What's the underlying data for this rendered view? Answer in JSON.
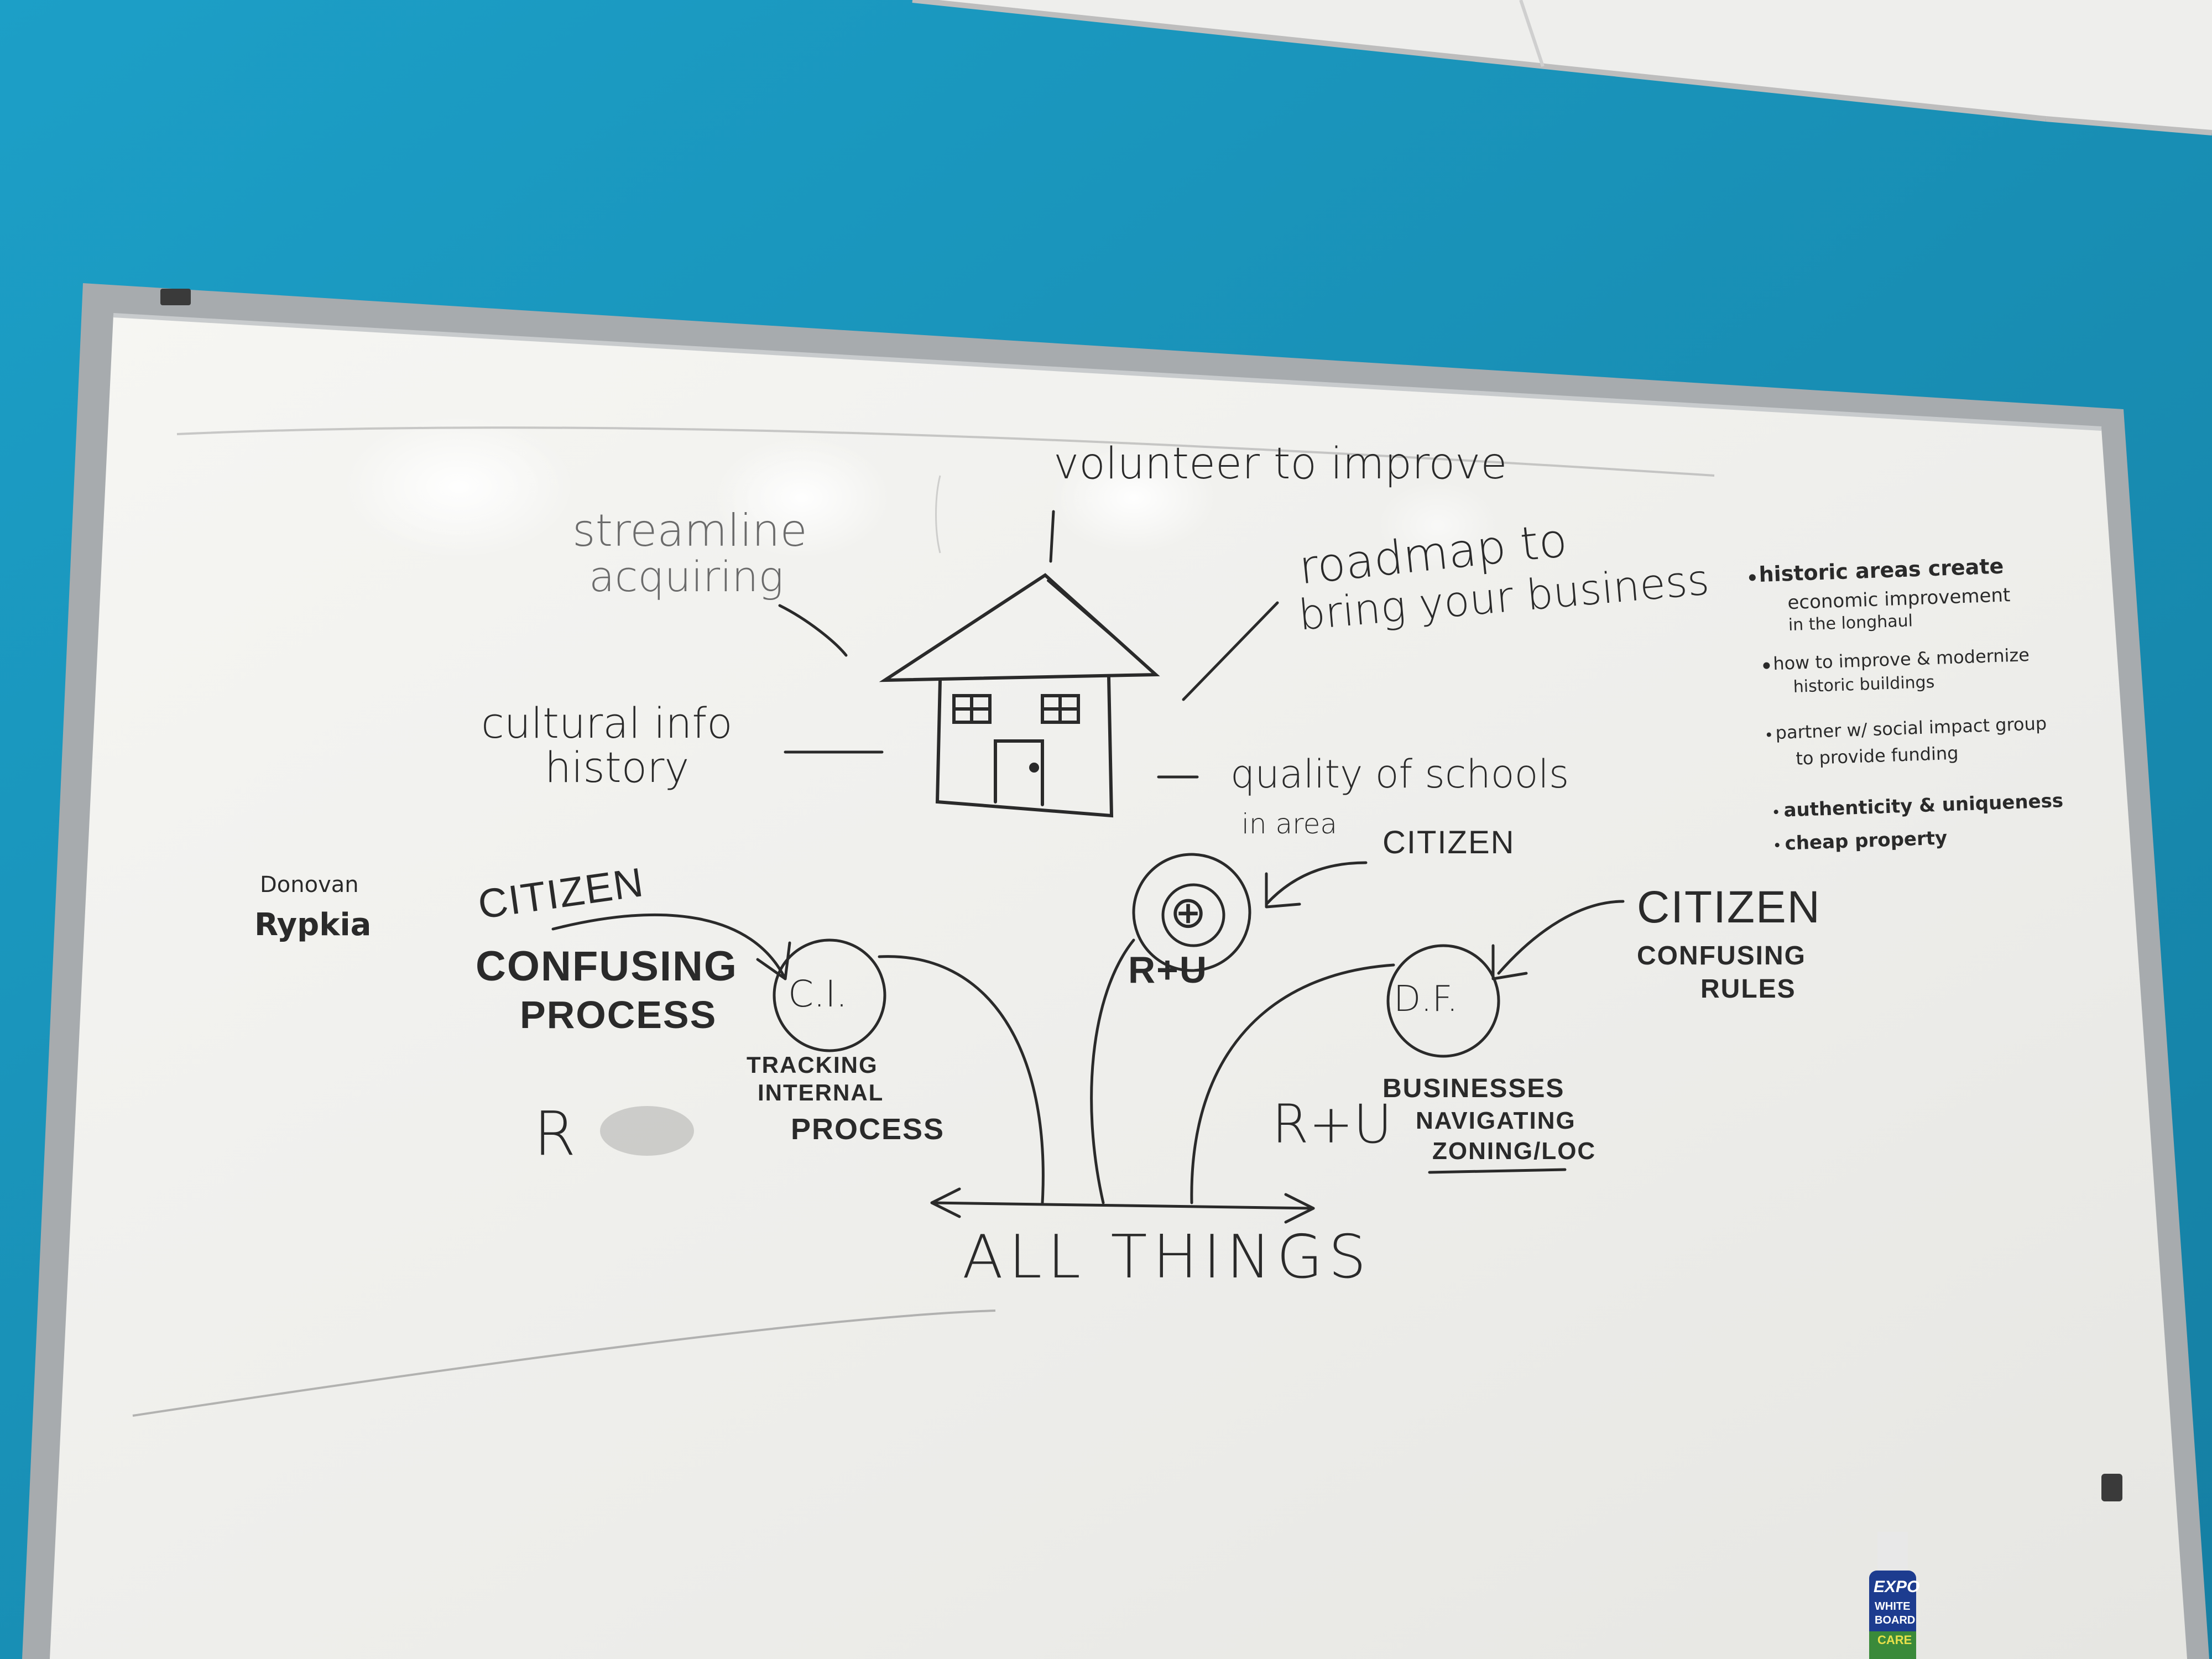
{
  "board": {
    "top_center": "volunteer to improve",
    "streamline": [
      "streamline",
      "acquiring"
    ],
    "roadmap": [
      "roadmap to",
      "bring your business"
    ],
    "cultural": [
      "cultural info",
      "history"
    ],
    "quality": [
      "quality of schools",
      "in area"
    ],
    "bullets": [
      [
        "historic areas create",
        "economic improvement",
        "in the longhaul"
      ],
      [
        "how to improve & modernize",
        "historic buildings"
      ],
      [
        "partner w/ social impact group",
        "to provide funding"
      ],
      [
        "authenticity & uniqueness"
      ],
      [
        "cheap property"
      ]
    ],
    "name": [
      "Donovan",
      "Rypkia"
    ],
    "left_cluster": [
      "CITIZEN",
      "CONFUSING",
      "PROCESS"
    ],
    "ci_node": "C.I.",
    "ci_caption": [
      "TRACKING",
      "INTERNAL",
      "PROCESS"
    ],
    "r_blurred": "R",
    "center_node": "⊕",
    "center_citizen": "CITIZEN",
    "center_label": "R+U",
    "df_node": "D.F.",
    "right_citizen": [
      "CITIZEN",
      "CONFUSING",
      "RULES"
    ],
    "bottom_ru": "R+U",
    "business": [
      "BUSINESSES",
      "NAVIGATING",
      "ZONING/LOC"
    ],
    "bottom": "ALL THINGS"
  },
  "marker": {
    "brand": "EXPO",
    "lines": [
      "WHITE",
      "BOARD",
      "CARE"
    ]
  },
  "colors": {
    "wall": "#1a9bc0",
    "board": "#f2f2ef",
    "frame": "#a9adb0",
    "ink": "#2a2a2a"
  }
}
